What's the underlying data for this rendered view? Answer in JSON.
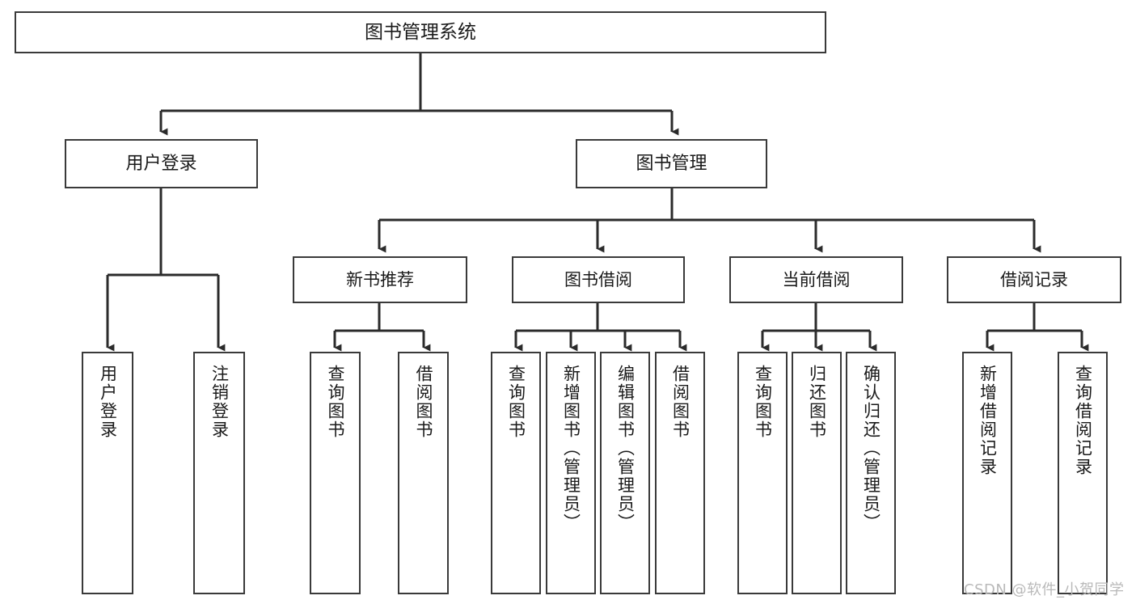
{
  "diagram": {
    "title": "图书管理系统",
    "type": "tree-hierarchy-chart",
    "root": {
      "label": "图书管理系统"
    },
    "level1": [
      {
        "label": "用户登录"
      },
      {
        "label": "图书管理"
      }
    ],
    "level2": [
      {
        "label": "新书推荐"
      },
      {
        "label": "图书借阅"
      },
      {
        "label": "当前借阅"
      },
      {
        "label": "借阅记录"
      }
    ],
    "leaves": {
      "user_login": [
        {
          "label": "用户登录"
        },
        {
          "label": "注销登录"
        }
      ],
      "new_book_recommend": [
        {
          "label": "查询图书"
        },
        {
          "label": "借阅图书"
        }
      ],
      "book_borrow": [
        {
          "label": "查询图书"
        },
        {
          "label": "新增图书（管理员）"
        },
        {
          "label": "编辑图书（管理员）"
        },
        {
          "label": "借阅图书"
        }
      ],
      "current_borrow": [
        {
          "label": "查询图书"
        },
        {
          "label": "归还图书"
        },
        {
          "label": "确认归还（管理员）"
        }
      ],
      "borrow_record": [
        {
          "label": "新增借阅记录"
        },
        {
          "label": "查询借阅记录"
        }
      ]
    }
  },
  "watermark": {
    "text": "CSDN @软件_小贺同学"
  },
  "colors": {
    "box_border": "#3a3a3a",
    "box_fill": "#ffffff",
    "connector": "#2b2b2b",
    "text": "#1a1a1a",
    "watermark": "#b9b9b9"
  }
}
